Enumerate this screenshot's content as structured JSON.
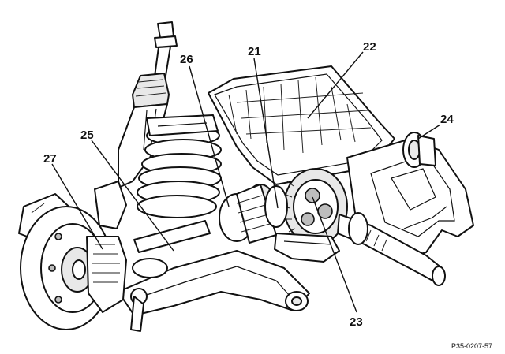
{
  "callouts": [
    {
      "id": "21",
      "label": "21"
    },
    {
      "id": "22",
      "label": "22"
    },
    {
      "id": "23",
      "label": "23"
    },
    {
      "id": "24",
      "label": "24"
    },
    {
      "id": "25",
      "label": "25"
    },
    {
      "id": "26",
      "label": "26"
    },
    {
      "id": "27",
      "label": "27"
    }
  ],
  "figure_ref": "P35-0207-57"
}
